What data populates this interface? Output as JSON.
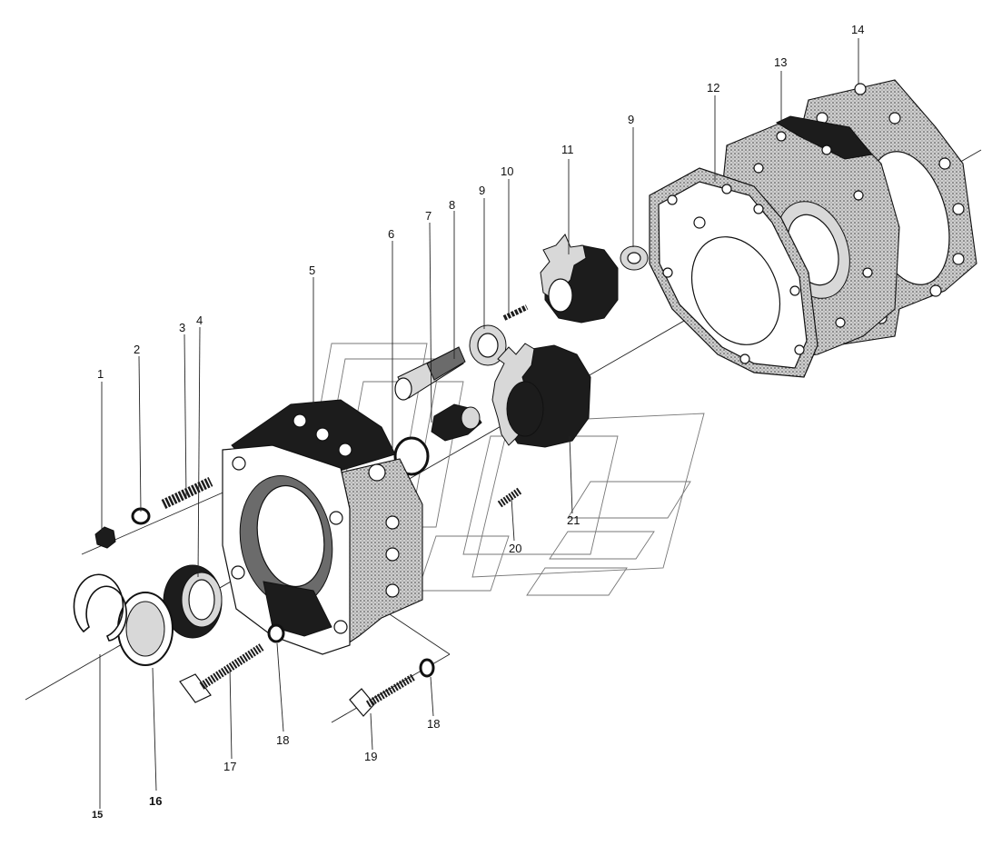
{
  "callouts": [
    {
      "text": "1"
    },
    {
      "text": "2"
    },
    {
      "text": "3"
    },
    {
      "text": "4"
    },
    {
      "text": "5"
    },
    {
      "text": "6"
    },
    {
      "text": "7"
    },
    {
      "text": "8"
    },
    {
      "text": "9"
    },
    {
      "text": "10"
    },
    {
      "text": "11"
    },
    {
      "text": "9"
    },
    {
      "text": "12"
    },
    {
      "text": "13"
    },
    {
      "text": "14"
    },
    {
      "text": "15"
    },
    {
      "text": "16"
    },
    {
      "text": "17"
    },
    {
      "text": "18"
    },
    {
      "text": "19"
    },
    {
      "text": "18"
    },
    {
      "text": "20"
    },
    {
      "text": "21"
    }
  ]
}
